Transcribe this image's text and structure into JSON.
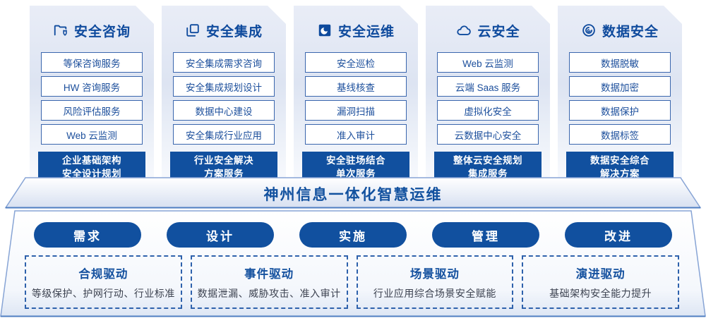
{
  "colors": {
    "accent_blue": "#11509f",
    "border_blue": "#3a66ad",
    "dashed_blue": "#2f62ac",
    "title_blue": "#0e4a9d",
    "card_gradient_top": "#e9edf7",
    "card_gradient_bottom": "#f7f9fd"
  },
  "columns": [
    {
      "title": "安全咨询",
      "icon": "consulting-folder-shield-icon",
      "items": [
        "等保咨询服务",
        "HW 咨询服务",
        "风险评估服务",
        "Web 云监测"
      ],
      "solution": "企业基础架构\n安全设计规划"
    },
    {
      "title": "安全集成",
      "icon": "integration-layers-icon",
      "items": [
        "安全集成需求咨询",
        "安全集成规划设计",
        "数据中心建设",
        "安全集成行业应用"
      ],
      "solution": "行业安全解决\n方案服务"
    },
    {
      "title": "安全运维",
      "icon": "operations-monitor-icon",
      "items": [
        "安全巡检",
        "基线核查",
        "漏洞扫描",
        "准入审计"
      ],
      "solution": "安全驻场结合\n单次服务"
    },
    {
      "title": "云安全",
      "icon": "cloud-icon",
      "items": [
        "Web 云监测",
        "云端 Saas 服务",
        "虚拟化安全",
        "云数据中心安全"
      ],
      "solution": "整体云安全规划\n集成服务"
    },
    {
      "title": "数据安全",
      "icon": "data-fingerprint-icon",
      "items": [
        "数据脱敏",
        "数据加密",
        "数据保护",
        "数据标签"
      ],
      "solution": "数据安全综合\n解决方案"
    }
  ],
  "banner": {
    "title": "神州信息一体化智慧运维"
  },
  "process_pills": [
    "需求",
    "设计",
    "实施",
    "管理",
    "改进"
  ],
  "drivers": [
    {
      "title": "合规驱动",
      "desc": "等级保护、护网行动、行业标准"
    },
    {
      "title": "事件驱动",
      "desc": "数据泄漏、威胁攻击、准入审计"
    },
    {
      "title": "场景驱动",
      "desc": "行业应用综合场景安全赋能"
    },
    {
      "title": "演进驱动",
      "desc": "基础架构安全能力提升"
    }
  ]
}
